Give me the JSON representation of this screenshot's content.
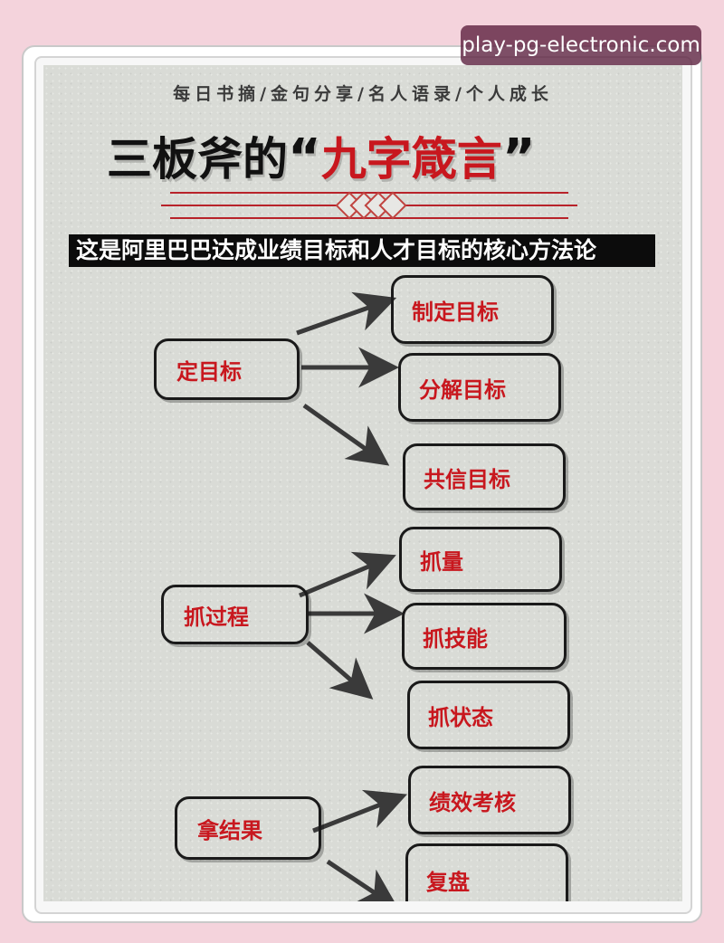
{
  "watermark": "play-pg-electronic.com",
  "header": {
    "tags": "每日书摘/金句分享/名人语录/个人成长",
    "title_prefix": "三板斧的",
    "title_open_quote": "“",
    "title_highlight": "九字箴言",
    "title_close_quote": "”",
    "banner": "这是阿里巴巴达成业绩目标和人才目标的核心方法论"
  },
  "diagram": {
    "groups": [
      {
        "label": "定目标",
        "children": [
          "制定目标",
          "分解目标",
          "共信目标"
        ]
      },
      {
        "label": "抓过程",
        "children": [
          "抓量",
          "抓技能",
          "抓状态"
        ]
      },
      {
        "label": "拿结果",
        "children": [
          "绩效考核",
          "复盘"
        ]
      }
    ]
  },
  "colors": {
    "accent_red": "#c8171e",
    "paper": "#d9dbd6",
    "background_pink": "#f4d3dc"
  }
}
